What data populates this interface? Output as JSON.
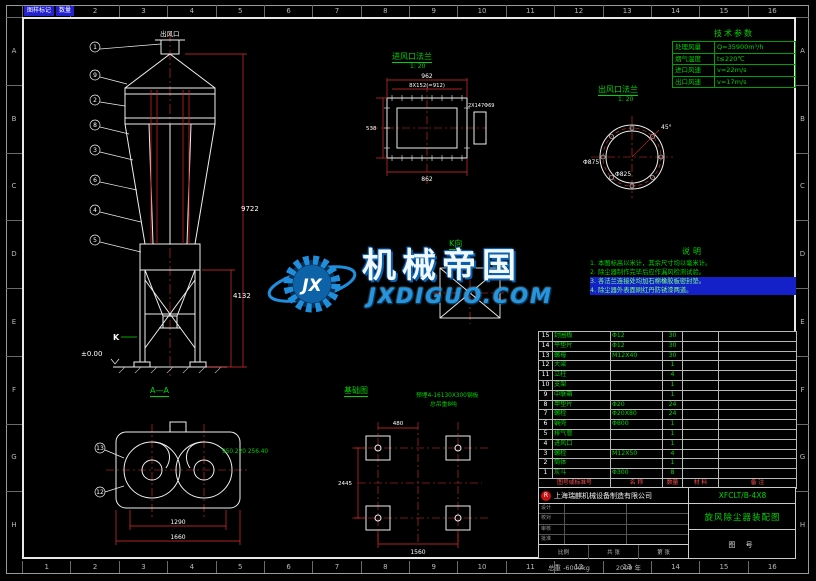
{
  "frame": {
    "zones_h": [
      "1",
      "2",
      "3",
      "4",
      "5",
      "6",
      "7",
      "8",
      "9",
      "10",
      "11",
      "12",
      "13",
      "14",
      "15",
      "16"
    ],
    "zones_v": [
      "A",
      "B",
      "C",
      "D",
      "E",
      "F",
      "G",
      "H"
    ],
    "corner_labels": [
      "图样标记",
      "数量"
    ]
  },
  "watermark": {
    "brand": "机械帝国",
    "domain": "JXDIGUO.COM",
    "logo_text": "JX"
  },
  "tech_params": {
    "title": "技术参数",
    "rows": [
      {
        "label": "处理风量",
        "value": "Q=35900m³/h"
      },
      {
        "label": "烟气温度",
        "value": "t≤220℃"
      },
      {
        "label": "进口风速",
        "value": "v=22m/s"
      },
      {
        "label": "出口风速",
        "value": "v=17m/s"
      }
    ]
  },
  "notes": {
    "title": "说明",
    "lines": [
      "1. 本图标高以米计，其余尺寸均以毫米计。",
      "2. 除尘器制作完毕后应作漏风检测试验。",
      "3. 各法兰连接处均加石棉橡胶板密封垫。",
      "4. 除尘器外表面刷红丹防锈漆两道。"
    ]
  },
  "main_view": {
    "top_label": "出风口",
    "balloons": [
      "1",
      "9",
      "2",
      "8",
      "3",
      "6",
      "4",
      "5"
    ],
    "dim_total": "9722",
    "dim_lower": "4132",
    "level": "±0.00",
    "k_mark": "K"
  },
  "inlet_flange": {
    "title": "进风口法兰",
    "scale": "1: 20",
    "dim_top": "962",
    "dim_top2": "8X152(=912)",
    "dim_left": "538",
    "dim_bottom": "862",
    "dim_side": "2X147Φ69"
  },
  "outlet_flange": {
    "title": "出风口法兰",
    "scale": "1: 20",
    "dim_outer": "Φ875",
    "dim_inner": "Φ825",
    "dim_angle": "45°"
  },
  "k_view": {
    "title": "K向",
    "scale": "1: 20"
  },
  "section_aa": {
    "title": "A—A",
    "balloons": [
      "13",
      "12"
    ],
    "note": "950.220 256.40",
    "dim_inner": "1290",
    "dim_outer": "1660"
  },
  "foundation": {
    "title": "基础图",
    "note1": "预埋4-16130X300钢板",
    "note2": "总吊重8吨",
    "dim_left": "2445",
    "dim_bottom": "1560",
    "dim_pad": "480"
  },
  "bom": {
    "header": [
      "图号或标准号",
      "名 称",
      "数量",
      "材 料",
      "备 注"
    ],
    "rows": [
      {
        "no": "15",
        "name": "封圈板",
        "spec": "Φ12",
        "qty": "30",
        "material": "",
        "remark": ""
      },
      {
        "no": "14",
        "name": "平垫片",
        "spec": "Φ12",
        "qty": "30",
        "material": "",
        "remark": ""
      },
      {
        "no": "13",
        "name": "螺母",
        "spec": "M12X40",
        "qty": "30",
        "material": "",
        "remark": ""
      },
      {
        "no": "12",
        "name": "大梁",
        "spec": "",
        "qty": "1",
        "material": "",
        "remark": ""
      },
      {
        "no": "11",
        "name": "立柱",
        "spec": "",
        "qty": "4",
        "material": "",
        "remark": ""
      },
      {
        "no": "10",
        "name": "支架",
        "spec": "",
        "qty": "1",
        "material": "",
        "remark": ""
      },
      {
        "no": "9",
        "name": "中联箱",
        "spec": "",
        "qty": "1",
        "material": "",
        "remark": ""
      },
      {
        "no": "8",
        "name": "甲垫片",
        "spec": "Φ20",
        "qty": "24",
        "material": "",
        "remark": ""
      },
      {
        "no": "7",
        "name": "螺栓",
        "spec": "Φ20X80",
        "qty": "24",
        "material": "",
        "remark": ""
      },
      {
        "no": "6",
        "name": "蜗壳",
        "spec": "Φ800",
        "qty": "1",
        "material": "",
        "remark": ""
      },
      {
        "no": "5",
        "name": "排气管",
        "spec": "",
        "qty": "1",
        "material": "",
        "remark": ""
      },
      {
        "no": "4",
        "name": "进风口",
        "spec": "",
        "qty": "1",
        "material": "",
        "remark": ""
      },
      {
        "no": "3",
        "name": "螺栓",
        "spec": "M12X50",
        "qty": "4",
        "material": "",
        "remark": ""
      },
      {
        "no": "2",
        "name": "筒体",
        "spec": "",
        "qty": "1",
        "material": "",
        "remark": ""
      },
      {
        "no": "1",
        "name": "灰斗",
        "spec": "Φ300",
        "qty": "8",
        "material": "",
        "remark": ""
      }
    ]
  },
  "title_block": {
    "company": "上海瑞麒机械设备制造有限公司",
    "drawing_no": "XFCLT/B-4X8",
    "drawing_title": "旋风除尘器装配图",
    "tu_hao": "图 号",
    "sign_labels": [
      "设计",
      "校对",
      "审核",
      "批准"
    ],
    "bottom_labels": [
      "比例",
      "共 张",
      "第 张"
    ],
    "stamp_weight": "总重 -6000kg",
    "stamp_year": "2009 年"
  },
  "colors": {
    "annotation_green": "#00d400",
    "dimension_red": "#e03030",
    "line_white": "#f0f0f0",
    "watermark_blue": "#1f8fdd",
    "highlight_blue": "#1420c8"
  }
}
